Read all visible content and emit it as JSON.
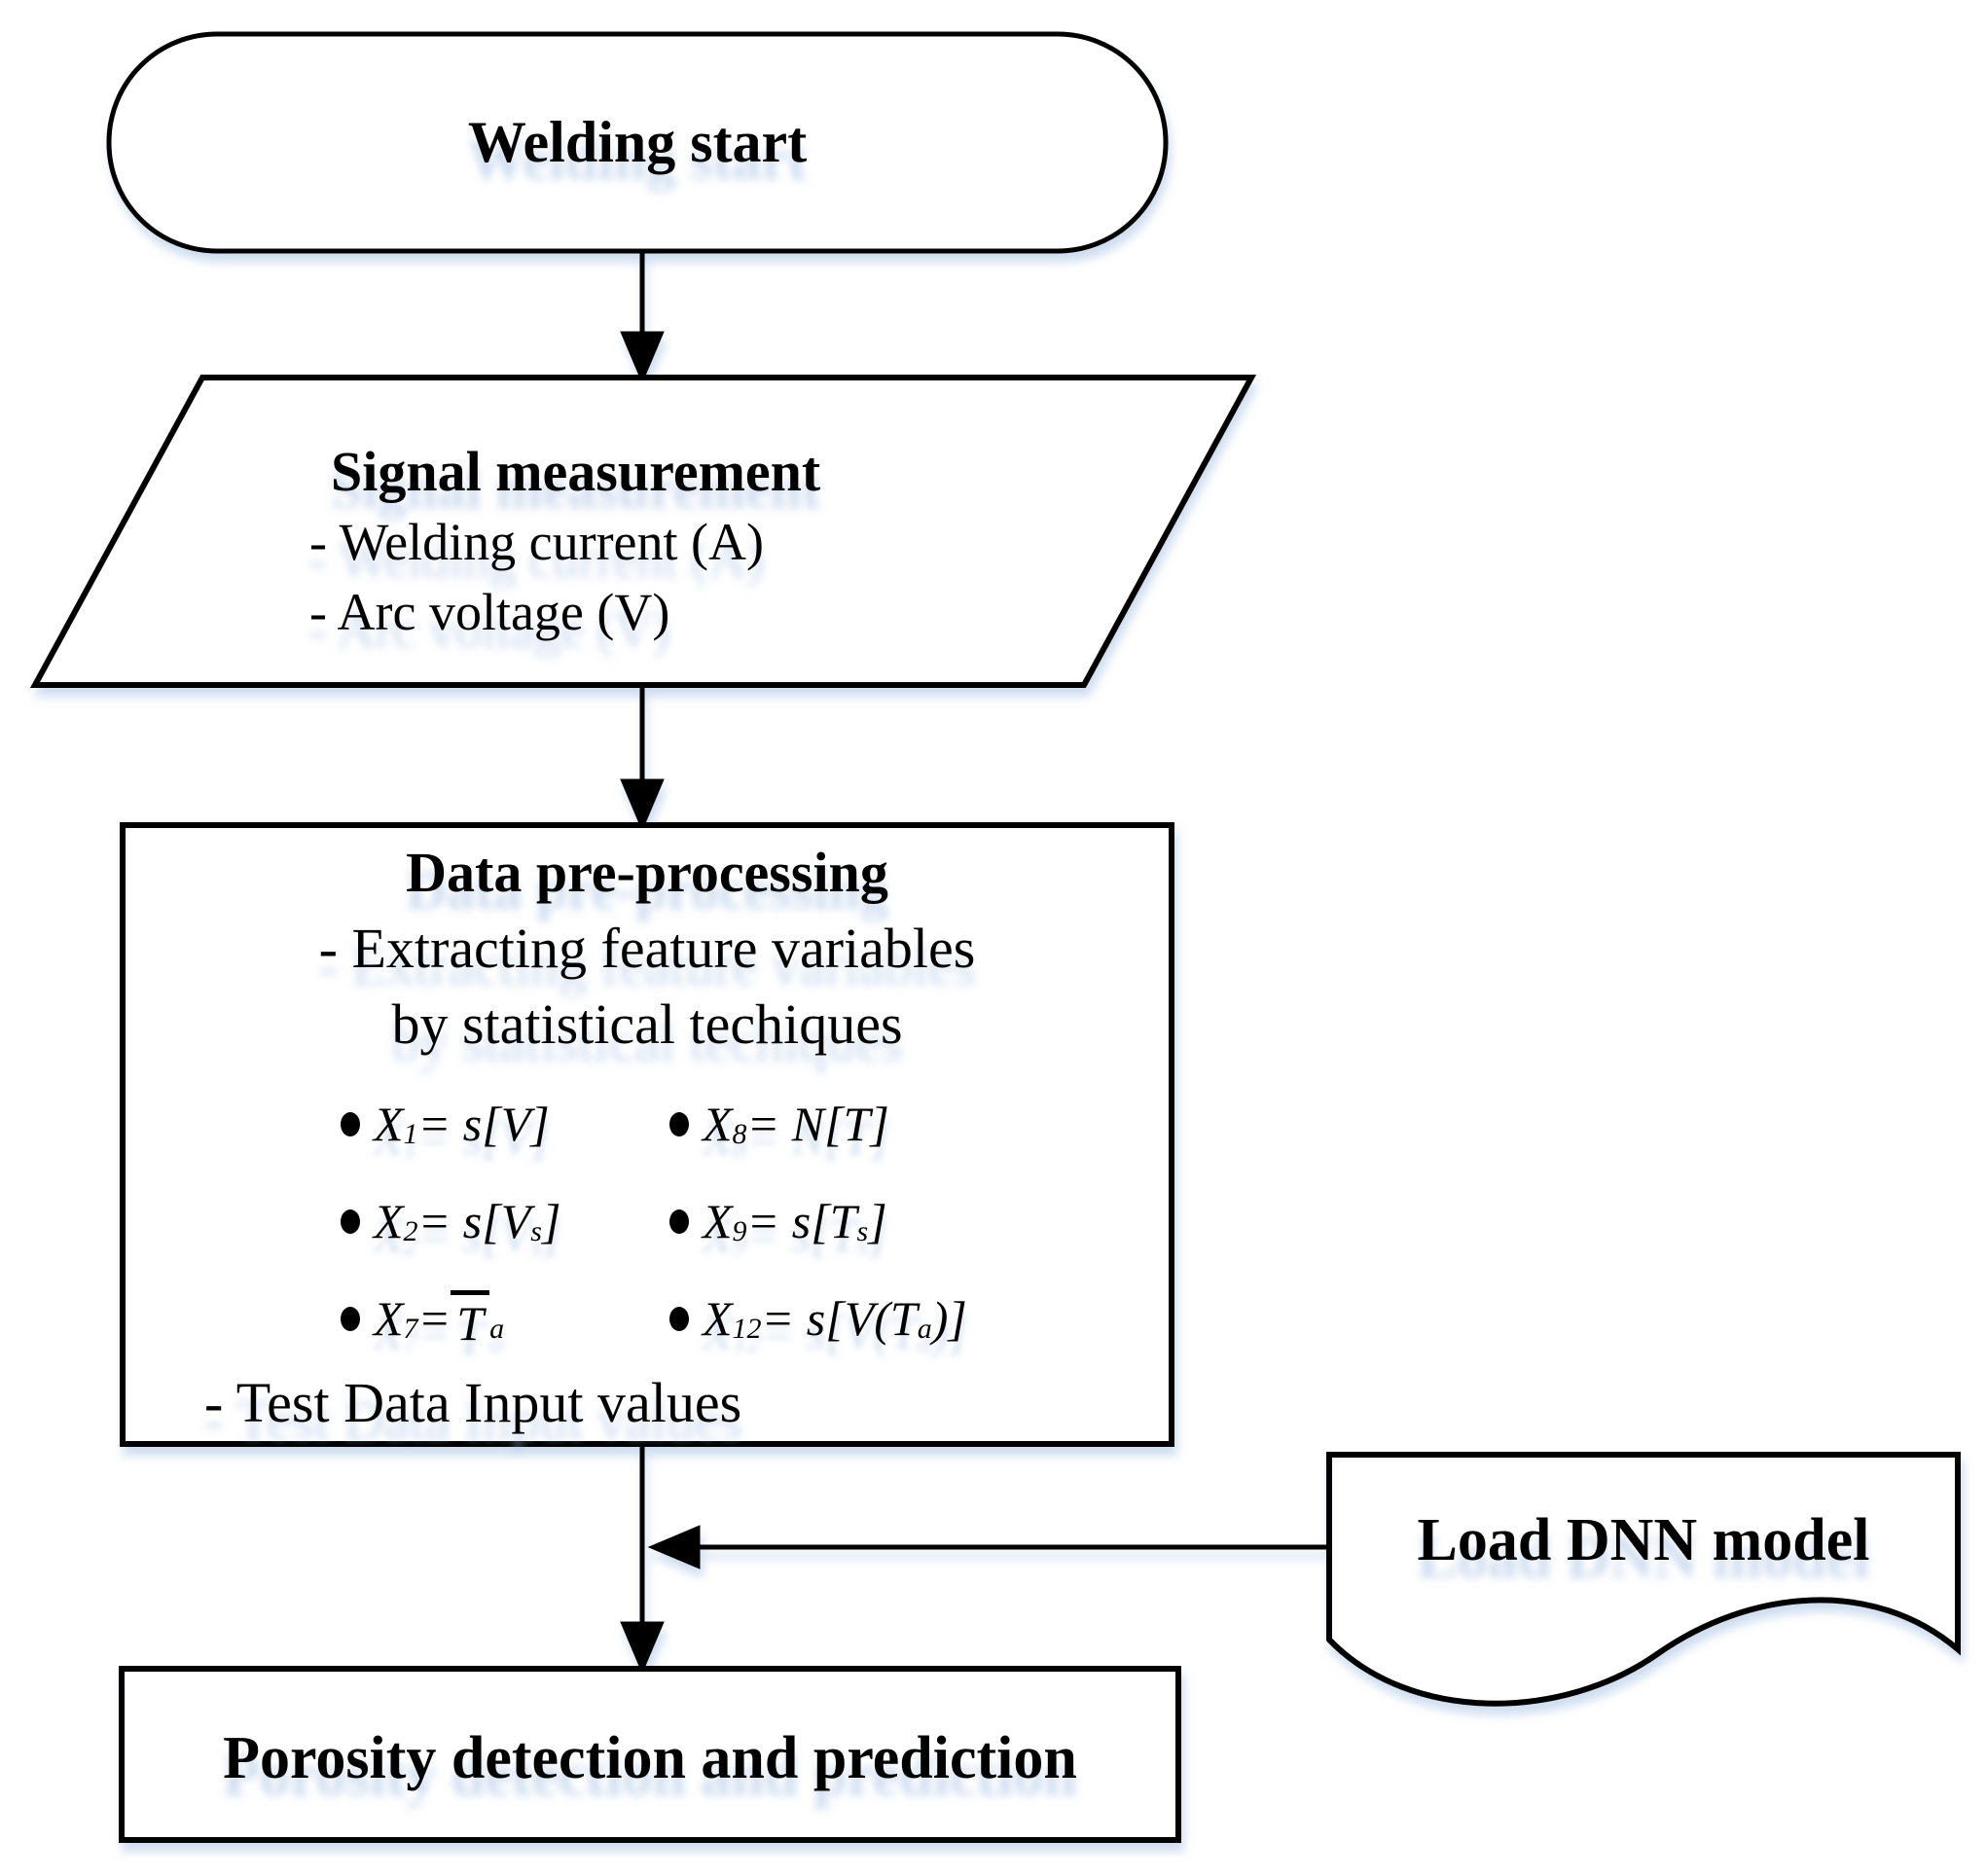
{
  "diagram": {
    "title_hint": "Welding porosity detection flowchart",
    "colors": {
      "stroke": "#000000",
      "fill": "#ffffff",
      "glow": "#a8c1e4"
    },
    "nodes": {
      "welding_start": {
        "shape": "terminator",
        "label": "Welding start"
      },
      "signal_measurement": {
        "shape": "parallelogram",
        "title": "Signal measurement",
        "items": [
          "- Welding current (A)",
          "- Arc voltage (V)"
        ]
      },
      "data_preprocessing": {
        "shape": "rectangle",
        "title": "Data pre-processing",
        "line1": "- Extracting feature variables",
        "line2": "by statistical techiques",
        "footer": "- Test Data Input values",
        "formulas": {
          "left": [
            [
              {
                "t": "X"
              },
              {
                "sub": "1"
              },
              {
                "t": " = s[V]"
              }
            ],
            [
              {
                "t": "X"
              },
              {
                "sub": "2"
              },
              {
                "t": " = s[V"
              },
              {
                "sub": "s"
              },
              {
                "t": "]"
              }
            ],
            [
              {
                "t": "X"
              },
              {
                "sub": "7"
              },
              {
                "t": " = "
              },
              {
                "over": "T"
              },
              {
                "sub": "a"
              }
            ]
          ],
          "right": [
            [
              {
                "t": "X"
              },
              {
                "sub": "8"
              },
              {
                "t": " = N[T]"
              }
            ],
            [
              {
                "t": "X"
              },
              {
                "sub": "9"
              },
              {
                "t": " = s[T"
              },
              {
                "sub": "s"
              },
              {
                "t": "]"
              }
            ],
            [
              {
                "t": "X"
              },
              {
                "sub": "12"
              },
              {
                "t": " = s[V(T"
              },
              {
                "sub": "a"
              },
              {
                "t": ")]"
              }
            ]
          ]
        }
      },
      "load_dnn": {
        "shape": "document",
        "label": "Load DNN model"
      },
      "porosity": {
        "shape": "rectangle",
        "label": "Porosity detection and prediction"
      }
    }
  }
}
